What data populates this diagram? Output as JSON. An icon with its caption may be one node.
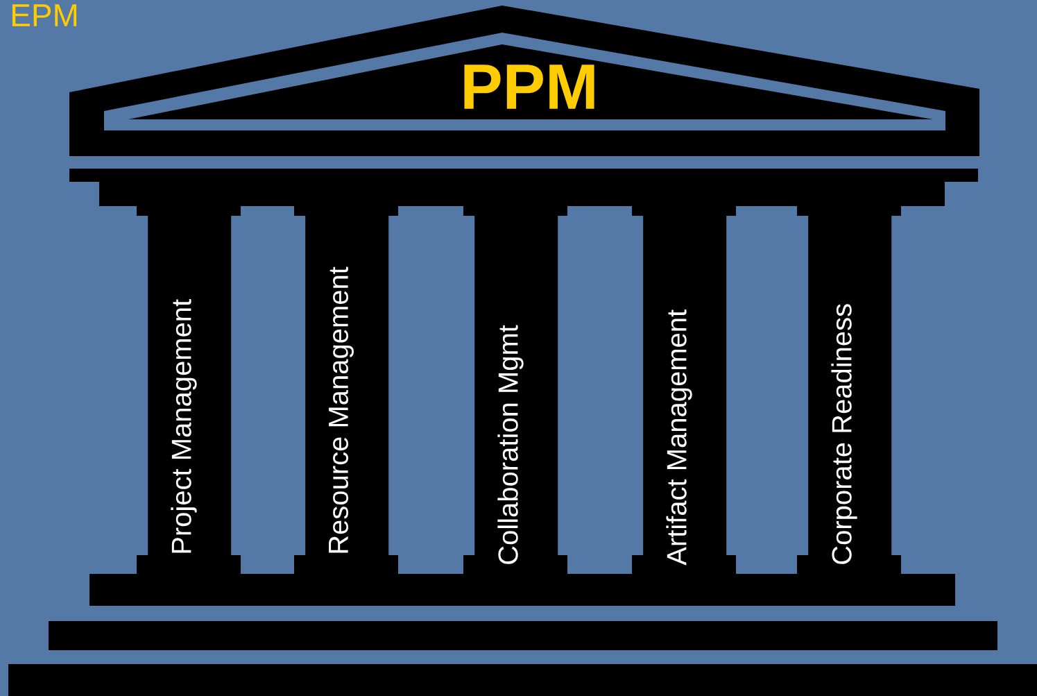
{
  "diagram": {
    "title": "EPM",
    "nodes": [
      {
        "text": [
          "PPM"
        ]
      },
      {
        "text": [
          "Project Management"
        ]
      },
      {
        "text": [
          "Resource Management"
        ]
      },
      {
        "text": [
          "Collaboration Mgmt"
        ]
      },
      {
        "text": [
          "Artifact Management"
        ]
      },
      {
        "text": [
          "Corporate Readiness"
        ]
      }
    ]
  }
}
